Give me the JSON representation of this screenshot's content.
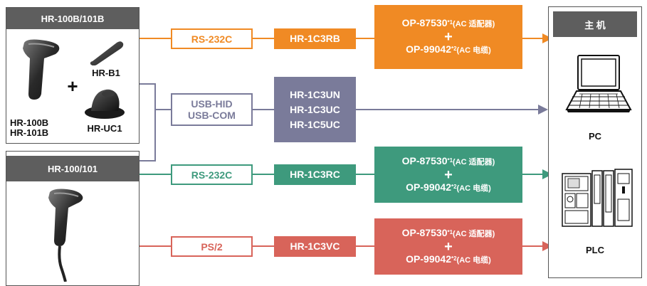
{
  "devices": {
    "group1_title": "HR-100B/101B",
    "scanner1_label_line1": "HR-100B",
    "scanner1_label_line2": "HR-101B",
    "plus": "+",
    "battery_label": "HR-B1",
    "charger_label": "HR-UC1",
    "group2_title": "HR-100/101"
  },
  "connections": [
    {
      "interface_lines": [
        "RS-232C"
      ],
      "cable_lines": [
        "HR-1C3RB"
      ],
      "color": "#f08a24",
      "adapter": {
        "part1": "OP-87530",
        "sup1": "*1",
        "note1": "(AC 适配器)",
        "plus": "+",
        "part2": "OP-99042",
        "sup2": "*2",
        "note2": "(AC 电缆)"
      }
    },
    {
      "interface_lines": [
        "USB-HID",
        "USB-COM"
      ],
      "cable_lines": [
        "HR-1C3UN",
        "HR-1C3UC",
        "HR-1C5UC"
      ],
      "color": "#7a7b9a",
      "adapter": null
    },
    {
      "interface_lines": [
        "RS-232C"
      ],
      "cable_lines": [
        "HR-1C3RC"
      ],
      "color": "#3e9a7d",
      "adapter": {
        "part1": "OP-87530",
        "sup1": "*1",
        "note1": "(AC 适配器)",
        "plus": "+",
        "part2": "OP-99042",
        "sup2": "*2",
        "note2": "(AC 电缆)"
      }
    },
    {
      "interface_lines": [
        "PS/2"
      ],
      "cable_lines": [
        "HR-1C3VC"
      ],
      "color": "#d8645a",
      "adapter": {
        "part1": "OP-87530",
        "sup1": "*1",
        "note1": "(AC 适配器)",
        "plus": "+",
        "part2": "OP-99042",
        "sup2": "*2",
        "note2": "(AC 电缆)"
      }
    }
  ],
  "host": {
    "title": "主 机",
    "pc_label": "PC",
    "plc_label": "PLC"
  },
  "colors": {
    "panel_header": "#5e5e5e",
    "bracket_line": "#7a7b9a",
    "text": "#111111"
  },
  "icons": [
    "handheld-scanner-icon",
    "battery-icon",
    "charger-cradle-icon",
    "corded-scanner-icon",
    "laptop-icon",
    "plc-icon"
  ]
}
